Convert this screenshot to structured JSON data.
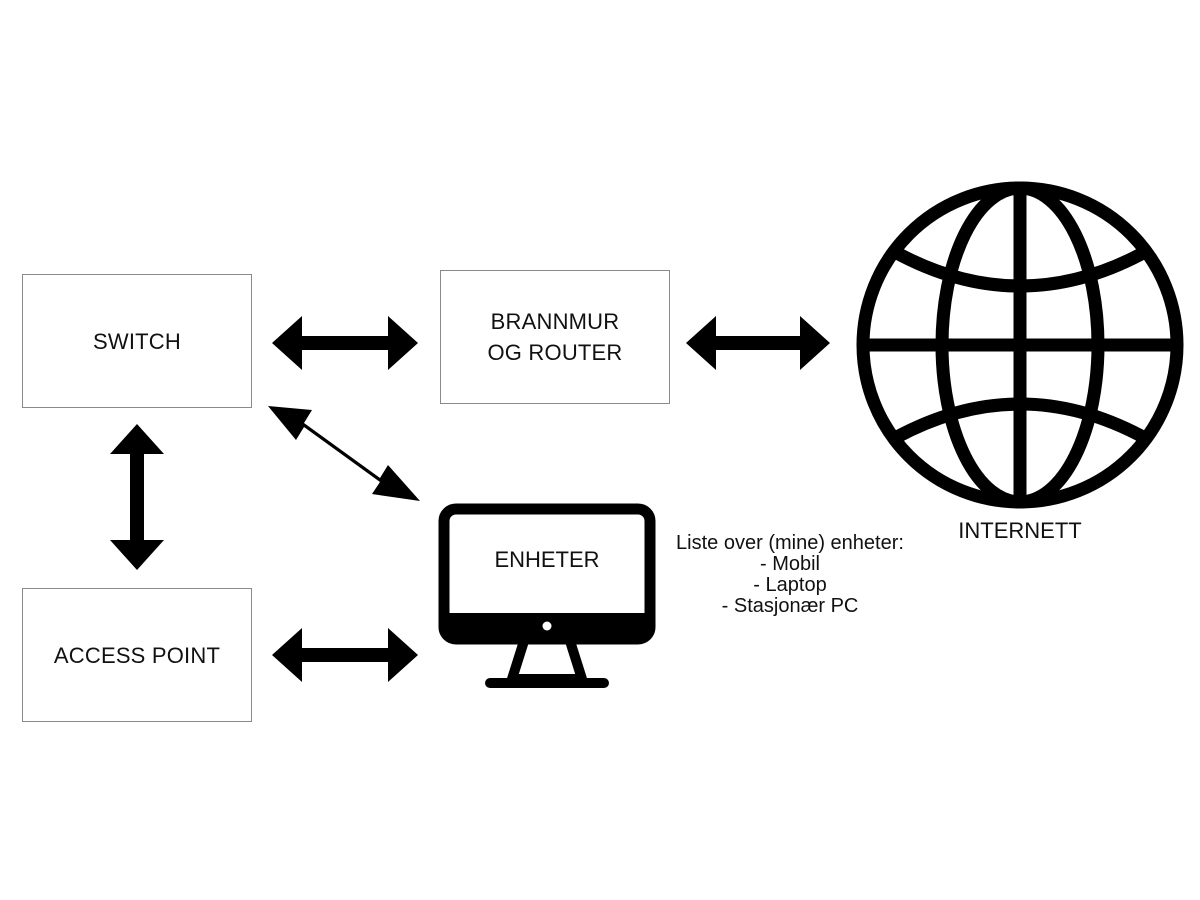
{
  "nodes": {
    "switch": {
      "label": "SWITCH"
    },
    "router": {
      "line1": "BRANNMUR",
      "line2": "OG ROUTER"
    },
    "access_point": {
      "label": "ACCESS POINT"
    },
    "devices": {
      "label": "ENHETER"
    },
    "internet": {
      "label": "INTERNETT"
    }
  },
  "device_list": {
    "title": "Liste over (mine) enheter:",
    "items": [
      "- Mobil",
      "- Laptop",
      "- Stasjonær PC"
    ]
  },
  "connections": [
    {
      "from": "SWITCH",
      "to": "BRANNMUR OG ROUTER",
      "direction": "bidirectional"
    },
    {
      "from": "BRANNMUR OG ROUTER",
      "to": "INTERNETT",
      "direction": "bidirectional"
    },
    {
      "from": "SWITCH",
      "to": "ACCESS POINT",
      "direction": "bidirectional"
    },
    {
      "from": "SWITCH",
      "to": "ENHETER",
      "direction": "bidirectional"
    },
    {
      "from": "ACCESS POINT",
      "to": "ENHETER",
      "direction": "bidirectional"
    }
  ],
  "icons": {
    "internet": "globe-icon",
    "devices": "monitor-icon"
  },
  "colors": {
    "stroke": "#000000",
    "box_border": "#8a8a8a",
    "background": "#ffffff"
  }
}
